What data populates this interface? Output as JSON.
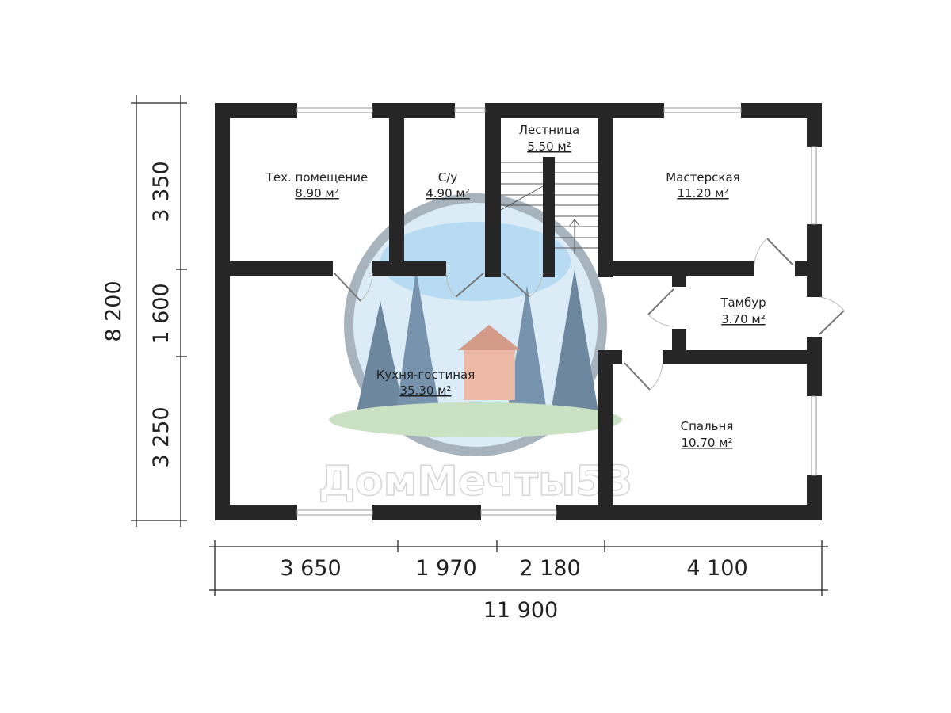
{
  "plan": {
    "rooms": [
      {
        "name": "Тех. помещение",
        "area": "8.90 м²"
      },
      {
        "name": "С/у",
        "area": "4.90 м²"
      },
      {
        "name": "Лестница",
        "area": "5.50 м²"
      },
      {
        "name": "Мастерская",
        "area": "11.20 м²"
      },
      {
        "name": "Тамбур",
        "area": "3.70 м²"
      },
      {
        "name": "Кухня-гостиная",
        "area": "35.30 м²"
      },
      {
        "name": "Спальня",
        "area": "10.70 м²"
      }
    ],
    "dimensions": {
      "total_height": "8 200",
      "heights": [
        "3 350",
        "1 600",
        "3 250"
      ],
      "widths": [
        "3 650",
        "1 970",
        "2 180",
        "4 100"
      ],
      "total_width": "11 900"
    },
    "watermark": "ДомМечты53",
    "colors": {
      "wall": "#262626",
      "watermark": "#6fa8d6"
    }
  }
}
